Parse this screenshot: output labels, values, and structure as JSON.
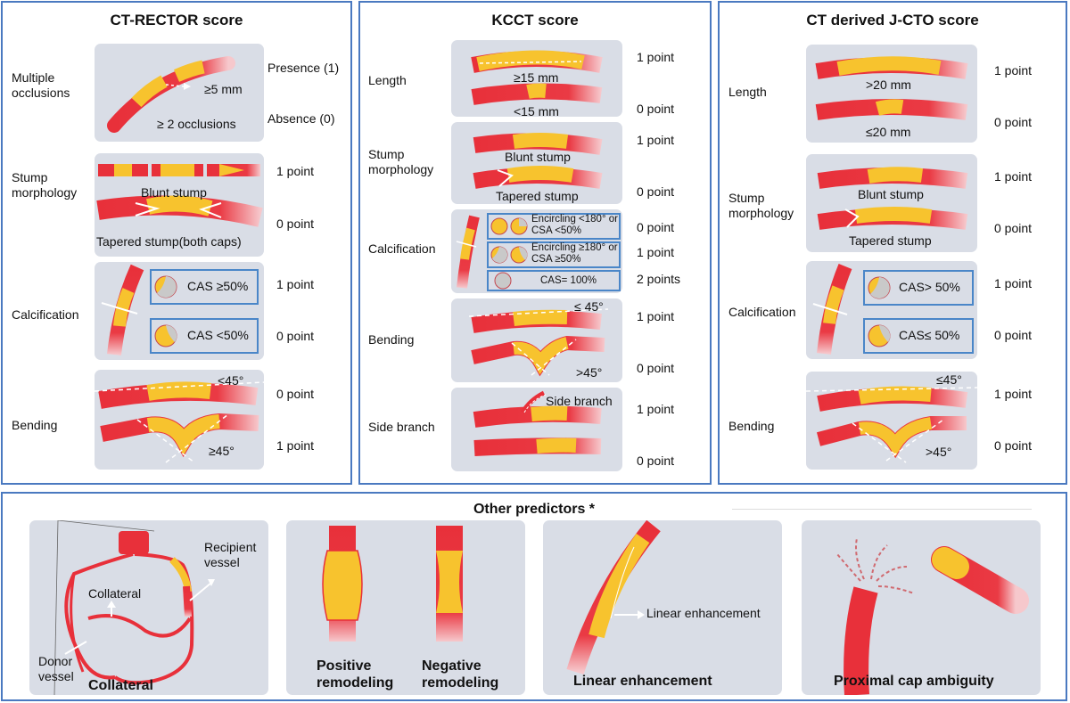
{
  "colors": {
    "vessel": "#e8303a",
    "plaque": "#f7c32e",
    "panel_border": "#4a79c0",
    "box_bg": "#d9dde6",
    "calc": "#c9c9c9"
  },
  "rector": {
    "title": "CT-RECTOR score",
    "multiple_label": "Multiple occlusions",
    "multiple_dist": "≥5 mm",
    "multiple_count": "≥ 2 occlusions",
    "presence": "Presence (1)",
    "absence": "Absence  (0)",
    "stump_label": "Stump morphology",
    "blunt": "Blunt stump",
    "tapered": "Tapered stump(both caps)",
    "stump_p1": "1 point",
    "stump_p0": "0 point",
    "calc_label": "Calcification",
    "cas1": "CAS ≥50%",
    "cas2": "CAS <50%",
    "calc_p1": "1 point",
    "calc_p0": "0 point",
    "bend_label": "Bending",
    "bend_small": "<45°",
    "bend_large": "≥45°",
    "bend_p0": "0 point",
    "bend_p1": "1 point"
  },
  "kcct": {
    "title": "KCCT score",
    "length_label": "Length",
    "len_long": "≥15 mm",
    "len_short": "<15 mm",
    "len_p1": "1 point",
    "len_p0": "0 point",
    "stump_label": "Stump morphology",
    "blunt": "Blunt stump",
    "tapered": "Tapered stump",
    "stump_p1": "1 point",
    "stump_p0": "0 point",
    "calc_label": "Calcification",
    "calc_a": "Encircling <180° or CSA <50%",
    "calc_b": "Encircling ≥180° or CSA ≥50%",
    "calc_c": "CAS= 100%",
    "calc_p0": "0 point",
    "calc_p1": "1 point",
    "calc_p2": "2 points",
    "bend_label": "Bending",
    "bend_small": "≤ 45°",
    "bend_large": ">45°",
    "bend_p1": "1 point",
    "bend_p0": "0 point",
    "side_label": "Side branch",
    "side_text": "Side branch",
    "side_p1": "1 point",
    "side_p0": "0 point"
  },
  "jcto": {
    "title": "CT derived J-CTO score",
    "length_label": "Length",
    "len_long": ">20 mm",
    "len_short": "≤20 mm",
    "len_p1": "1 point",
    "len_p0": "0 point",
    "stump_label": "Stump morphology",
    "blunt": "Blunt stump",
    "tapered": "Tapered stump",
    "stump_p1": "1 point",
    "stump_p0": "0 point",
    "calc_label": "Calcification",
    "cas1": "CAS> 50%",
    "cas2": "CAS≤ 50%",
    "calc_p1": "1 point",
    "calc_p0": "0 point",
    "bend_label": "Bending",
    "bend_small": "≤45°",
    "bend_large": ">45°",
    "bend_p1": "1 point",
    "bend_p0": "0 point"
  },
  "other": {
    "title": "Other predictors *",
    "collateral": "Collateral",
    "recipient": "Recipient vessel",
    "collateral_lbl": "Collateral",
    "donor": "Donor vessel",
    "positive": "Positive remodeling",
    "negative": "Negative remodeling",
    "linear": "Linear enhancement",
    "linear_lbl": "Linear enhancement",
    "proximal": "Proximal cap ambiguity"
  }
}
